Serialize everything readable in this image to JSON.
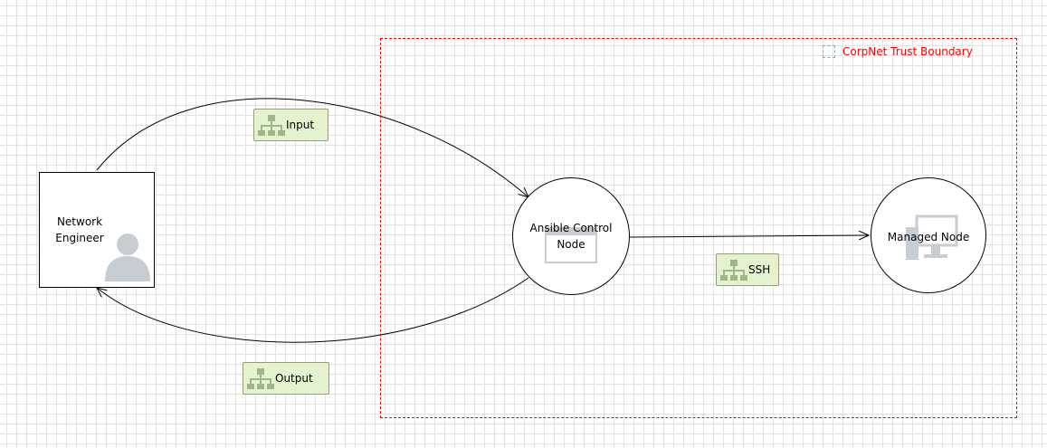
{
  "boundary": {
    "label": "CorpNet Trust Boundary",
    "color": "#ff0000"
  },
  "external_entity": {
    "label": "Network\nEngineer",
    "icon": "person-icon"
  },
  "processes": {
    "ansible": {
      "label": "Ansible Control\nNode",
      "icon": "server-icon"
    },
    "managed": {
      "label": "Managed Node",
      "icon": "monitor-icon"
    }
  },
  "flows": {
    "input": {
      "label": "Input",
      "icon": "network-icon"
    },
    "ssh": {
      "label": "SSH",
      "icon": "network-icon"
    },
    "output": {
      "label": "Output",
      "icon": "network-icon"
    }
  },
  "colors": {
    "flow_badge_fill": "#e5f2cf",
    "grid": "#e2e2e2",
    "icon_gray": "#c7cdd3"
  }
}
